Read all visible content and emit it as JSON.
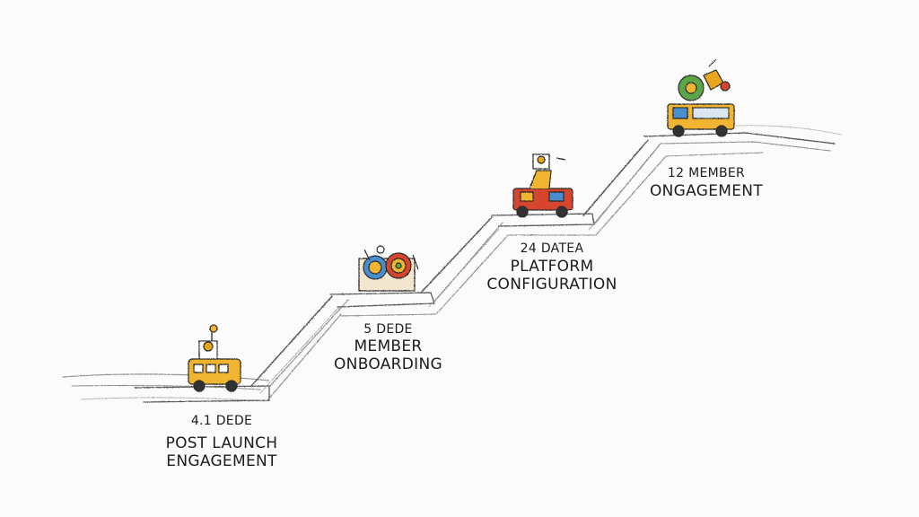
{
  "stages": [
    {
      "id": "post-launch",
      "lines": [
        "4.1 DEDE",
        "POST LAUNCH",
        "ENGAGEMENT"
      ],
      "accent": "#e8a61c"
    },
    {
      "id": "member-onboarding",
      "lines": [
        "5 DEDE",
        "MEMBER",
        "ONBOARDING"
      ],
      "accent": "#3e9f4a"
    },
    {
      "id": "platform-configuration",
      "lines": [
        "24 DATEA",
        "PLATFORM",
        "CONFIGURATION"
      ],
      "accent": "#d2452f"
    },
    {
      "id": "member-engagement",
      "lines": [
        "12 MEMBER",
        "ONGAGEMENT"
      ],
      "accent": "#2f7dc4"
    }
  ],
  "colors": {
    "ink": "#2a2a2a",
    "pencil": "#9a9a9a",
    "yellow": "#f1b530",
    "red": "#d6452f",
    "blue": "#4a8fd0",
    "green": "#5aa64a"
  }
}
